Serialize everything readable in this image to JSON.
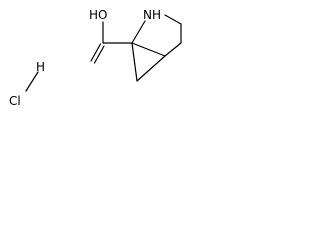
{
  "molecule": {
    "labels": {
      "hydroxyl": "HO",
      "amine": "NH",
      "hydrogen": "H",
      "chlorine": "Cl"
    }
  }
}
